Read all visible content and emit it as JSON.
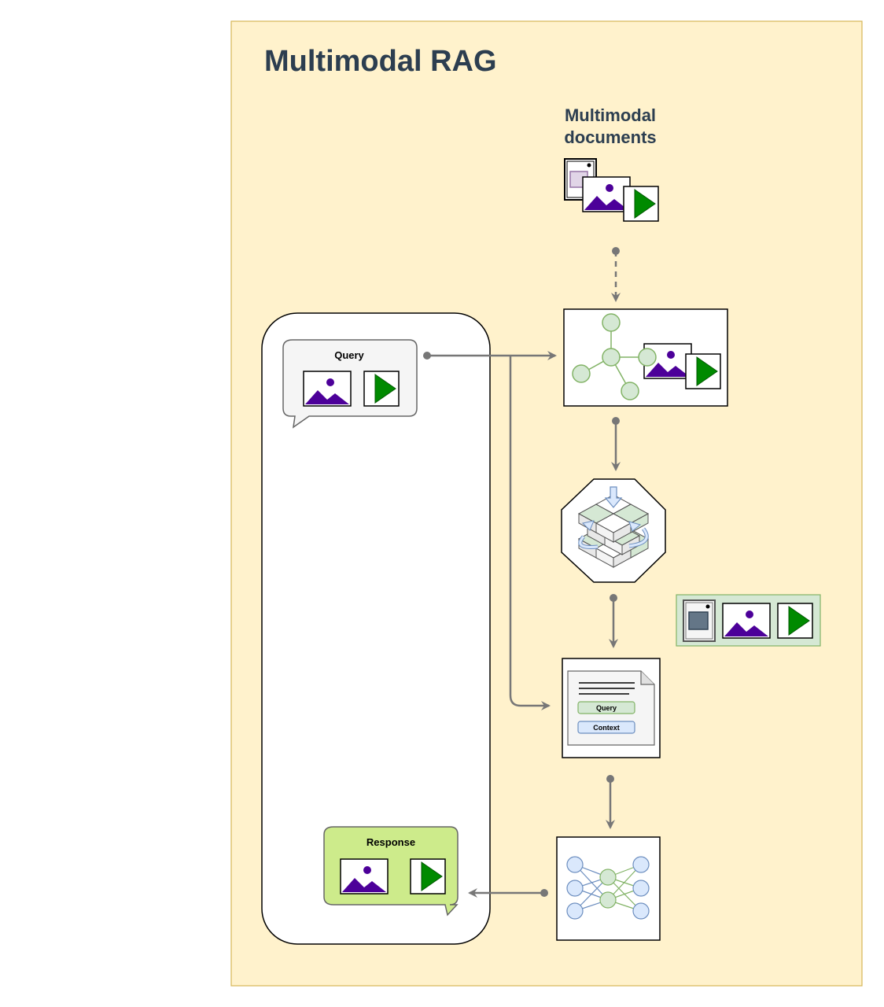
{
  "title": "Multimodal RAG",
  "documents": {
    "label_line1": "Multimodal",
    "label_line2": "documents"
  },
  "query_bubble": {
    "label": "Query"
  },
  "response_bubble": {
    "label": "Response"
  },
  "prompt": {
    "query_label": "Query",
    "context_label": "Context"
  },
  "colors": {
    "panel_bg": "#fff2cc",
    "panel_border": "#d6b656",
    "green_fill": "#d5e8d4",
    "green_stroke": "#82b366",
    "blue_fill": "#dae8fc",
    "blue_stroke": "#6c8ebf",
    "media_purple": "#4c0099",
    "play_green": "#008a00",
    "arrow_gray": "#777777",
    "text_dark": "#2c3e50"
  },
  "icons": [
    "image-icon",
    "video-play-icon",
    "document-icon",
    "knowledge-graph-icon",
    "vector-database-icon",
    "prompt-document-icon",
    "neural-network-icon"
  ]
}
